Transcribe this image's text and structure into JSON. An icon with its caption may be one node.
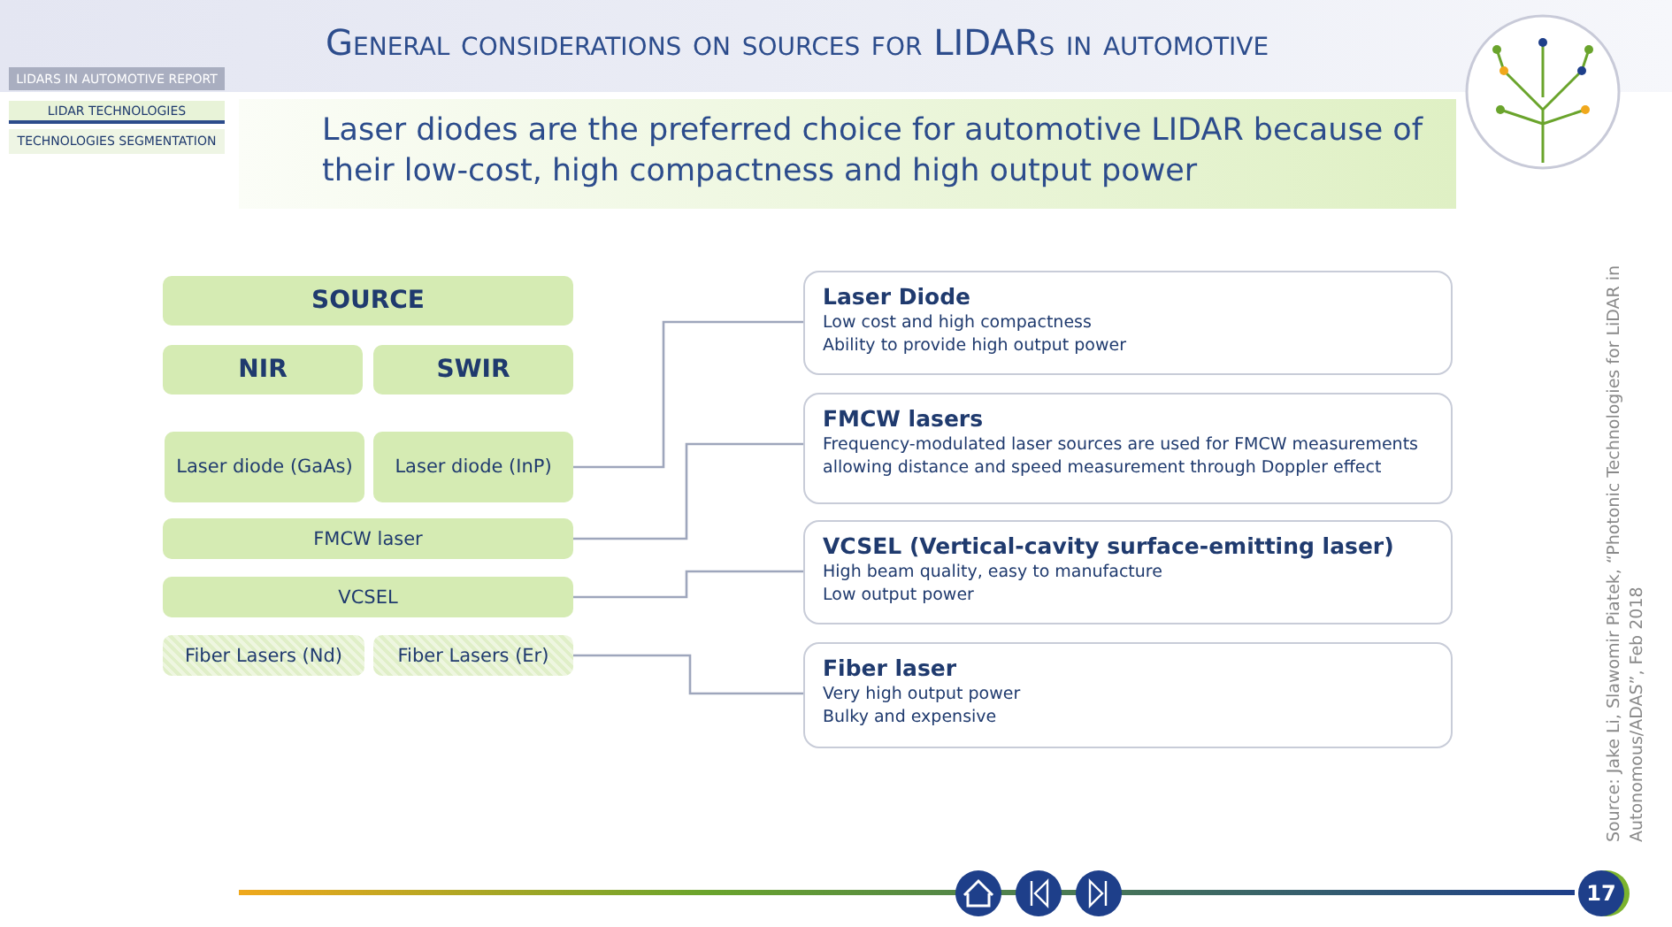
{
  "diagram": {
    "title": "General considerations on sources for LIDARs in automotive",
    "nodes": [
      {
        "text": [
          "SOURCE"
        ]
      },
      {
        "text": [
          "NIR"
        ]
      },
      {
        "text": [
          "SWIR"
        ]
      },
      {
        "text": [
          "Laser diode (GaAs)"
        ]
      },
      {
        "text": [
          "Laser diode (InP)"
        ]
      },
      {
        "text": [
          "FMCW laser"
        ]
      },
      {
        "text": [
          "VCSEL"
        ]
      },
      {
        "text": [
          "Fiber Lasers (Nd)"
        ]
      },
      {
        "text": [
          "Fiber Lasers (Er)"
        ]
      },
      {
        "text": [
          "Laser Diode",
          "Low cost and high compactness",
          "Ability to provide high output power"
        ]
      },
      {
        "text": [
          "FMCW lasers",
          "Frequency-modulated laser sources are used for FMCW measurements allowing distance and speed measurement through Doppler effect"
        ]
      },
      {
        "text": [
          "VCSEL (Vertical-cavity surface-emitting laser)",
          "High beam quality, easy to manufacture",
          "Low output power"
        ]
      },
      {
        "text": [
          "Fiber laser",
          "Very high output power",
          "Bulky and expensive"
        ]
      }
    ],
    "edges": [
      {
        "from": 4,
        "to": 9,
        "arrow": "none"
      },
      {
        "from": 5,
        "to": 10,
        "arrow": "none"
      },
      {
        "from": 6,
        "to": 11,
        "arrow": "none"
      },
      {
        "from": 8,
        "to": 12,
        "arrow": "none"
      }
    ],
    "labels": [
      "LIDARS IN AUTOMOTIVE REPORT",
      "LIDAR TECHNOLOGIES",
      "TECHNOLOGIES SEGMENTATION",
      "Laser diodes are the preferred choice for automotive LIDAR because of their low-cost, high compactness and high output power",
      "Source: Jake Li, Slawomir Piatek, “Photonic Technologies for LiDAR in Autonomous/ADAS”, Feb 2018",
      "17"
    ]
  }
}
